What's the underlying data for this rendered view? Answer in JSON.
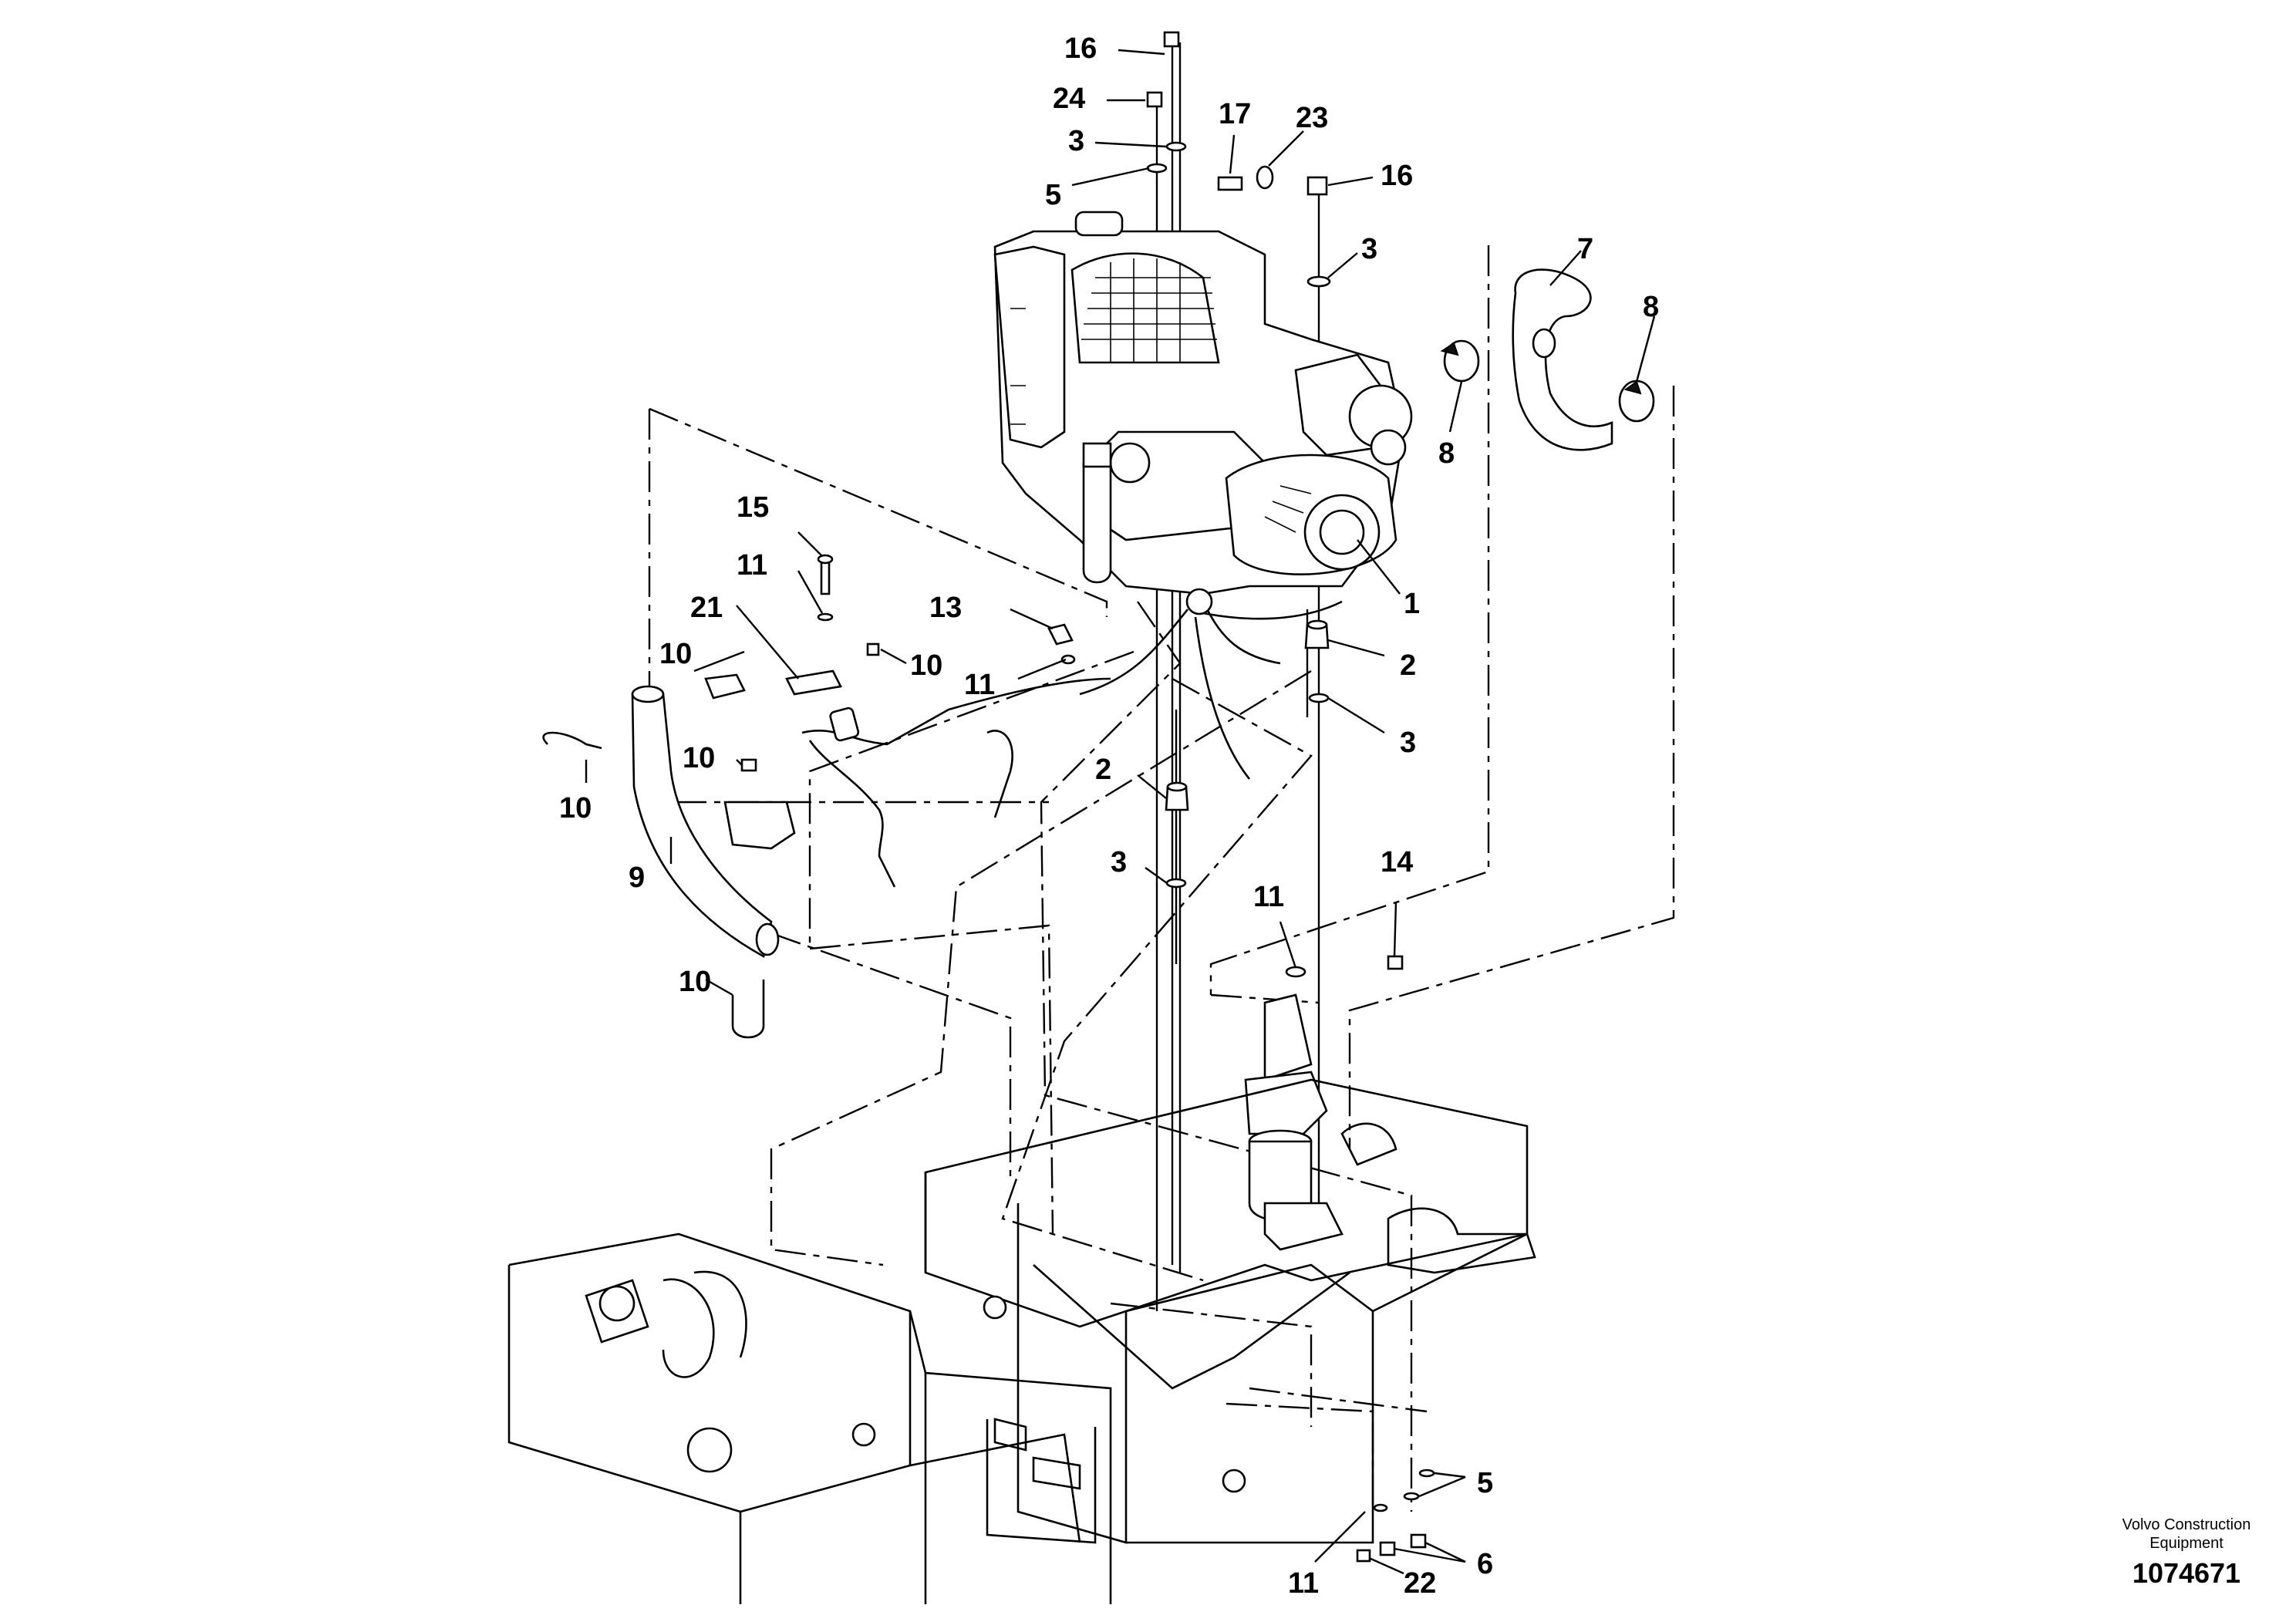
{
  "callouts": [
    {
      "id": "c16a",
      "label": "16"
    },
    {
      "id": "c24",
      "label": "24"
    },
    {
      "id": "c3a",
      "label": "3"
    },
    {
      "id": "c5a",
      "label": "5"
    },
    {
      "id": "c17",
      "label": "17"
    },
    {
      "id": "c23",
      "label": "23"
    },
    {
      "id": "c16b",
      "label": "16"
    },
    {
      "id": "c3b",
      "label": "3"
    },
    {
      "id": "c7",
      "label": "7"
    },
    {
      "id": "c8a",
      "label": "8"
    },
    {
      "id": "c8b",
      "label": "8"
    },
    {
      "id": "c1",
      "label": "1"
    },
    {
      "id": "c15",
      "label": "15"
    },
    {
      "id": "c11a",
      "label": "11"
    },
    {
      "id": "c21",
      "label": "21"
    },
    {
      "id": "c13",
      "label": "13"
    },
    {
      "id": "c10a",
      "label": "10"
    },
    {
      "id": "c10b",
      "label": "10"
    },
    {
      "id": "c11b",
      "label": "11"
    },
    {
      "id": "c2a",
      "label": "2"
    },
    {
      "id": "c3c",
      "label": "3"
    },
    {
      "id": "c10c",
      "label": "10"
    },
    {
      "id": "c10d",
      "label": "10"
    },
    {
      "id": "c9",
      "label": "9"
    },
    {
      "id": "c2b",
      "label": "2"
    },
    {
      "id": "c3d",
      "label": "3"
    },
    {
      "id": "c14",
      "label": "14"
    },
    {
      "id": "c11c",
      "label": "11"
    },
    {
      "id": "c10e",
      "label": "10"
    },
    {
      "id": "c5b",
      "label": "5"
    },
    {
      "id": "c6",
      "label": "6"
    },
    {
      "id": "c11d",
      "label": "11"
    },
    {
      "id": "c22",
      "label": "22"
    }
  ],
  "brand": {
    "line1": "Volvo Construction",
    "line2": "Equipment"
  },
  "document_number": "1074671"
}
